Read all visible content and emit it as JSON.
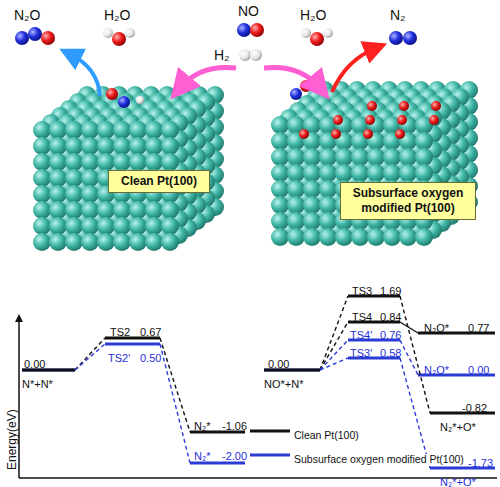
{
  "diagram": {
    "nodes": [
      {
        "text": [
          "Clean Pt(100)"
        ]
      },
      {
        "text": [
          "Subsurface oxygen modified Pt(100)"
        ]
      }
    ],
    "labels": [
      "N₂O",
      "H₂O",
      "NO",
      "H₂",
      "H₂O",
      "N₂",
      "Energy(eV)",
      "0.00",
      "N*+N*",
      "TS2",
      "0.67",
      "TS2'",
      "0.50",
      "N₂*",
      "-1.06",
      "N₂*",
      "-2.00",
      "0.00",
      "NO*+N*",
      "TS3",
      "1.69",
      "TS4",
      "0.84",
      "TS4'",
      "0.76",
      "TS3'",
      "0.58",
      "N₂O*",
      "0.77",
      "N₂O*",
      "0.00",
      "-0.82",
      "N₂*+O*",
      "-1.73",
      "N₂*+O*"
    ],
    "legend": [
      {
        "text": "Clean Pt(100)"
      },
      {
        "text": "Subsurface oxygen modified Pt(100)"
      }
    ]
  }
}
